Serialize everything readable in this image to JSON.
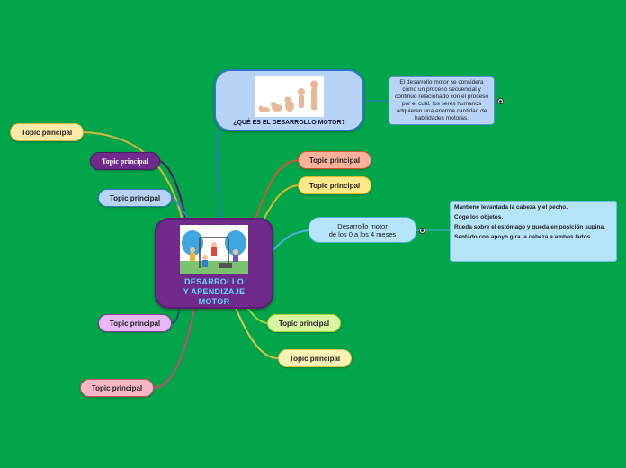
{
  "colors": {
    "background": "#02a54a",
    "central": "#6f2a8c",
    "central_text": "#5fd7ff"
  },
  "central": {
    "title": "DESARROLLO\nY APENDIZAJE\nMOTOR",
    "image": "children-playing-image"
  },
  "question": {
    "title": "¿QUÉ ES EL DESARROLLO MOTOR?",
    "image": "baby-development-stages-image",
    "note_icon": "note-icon"
  },
  "definition": {
    "text": "El desarrollo motor se considera como un proceso secuencial y continúo relacionado con el proceso por el cuál, los seres humanos adquieren una enorme cantidad de habilidades motoras."
  },
  "development": {
    "title": "Desarrollo motor\nde los 0 a los 4 meses",
    "note_icon": "note-icon"
  },
  "milestones": [
    "Mantiene levantada la cabeza y el pecho.",
    "Coge los objetos.",
    "Rueda sobre el estómago y queda en posición supina.",
    "Sentado con apoyo gira la cabeza a ambos lados."
  ],
  "topics": [
    {
      "id": "t1",
      "label": "Topic principal",
      "fill": "#fde9a8",
      "stroke": "#d7b640",
      "text": "#222222"
    },
    {
      "id": "t2",
      "label": "Topic principal",
      "fill": "#6f2a8c",
      "stroke": "#4b1a61",
      "text": "#ffffff"
    },
    {
      "id": "t3",
      "label": "Topic principal",
      "fill": "#b7d4f7",
      "stroke": "#3d7cc9",
      "text": "#222222"
    },
    {
      "id": "t4",
      "label": "Topic principal",
      "fill": "#e8b8f3",
      "stroke": "#8b3a9e",
      "text": "#222222"
    },
    {
      "id": "t5",
      "label": "Topic principal",
      "fill": "#f9b8c4",
      "stroke": "#d04a6a",
      "text": "#222222"
    },
    {
      "id": "t6",
      "label": "Topic principal",
      "fill": "#fbb09a",
      "stroke": "#d8552d",
      "text": "#222222"
    },
    {
      "id": "t7",
      "label": "Topic principal",
      "fill": "#fde98a",
      "stroke": "#e0b722",
      "text": "#222222"
    },
    {
      "id": "t8",
      "label": "Topic principal",
      "fill": "#d9f5a2",
      "stroke": "#a4d43c",
      "text": "#222222"
    },
    {
      "id": "t9",
      "label": "Topic principal",
      "fill": "#fdf2b6",
      "stroke": "#e1c54a",
      "text": "#222222"
    }
  ]
}
